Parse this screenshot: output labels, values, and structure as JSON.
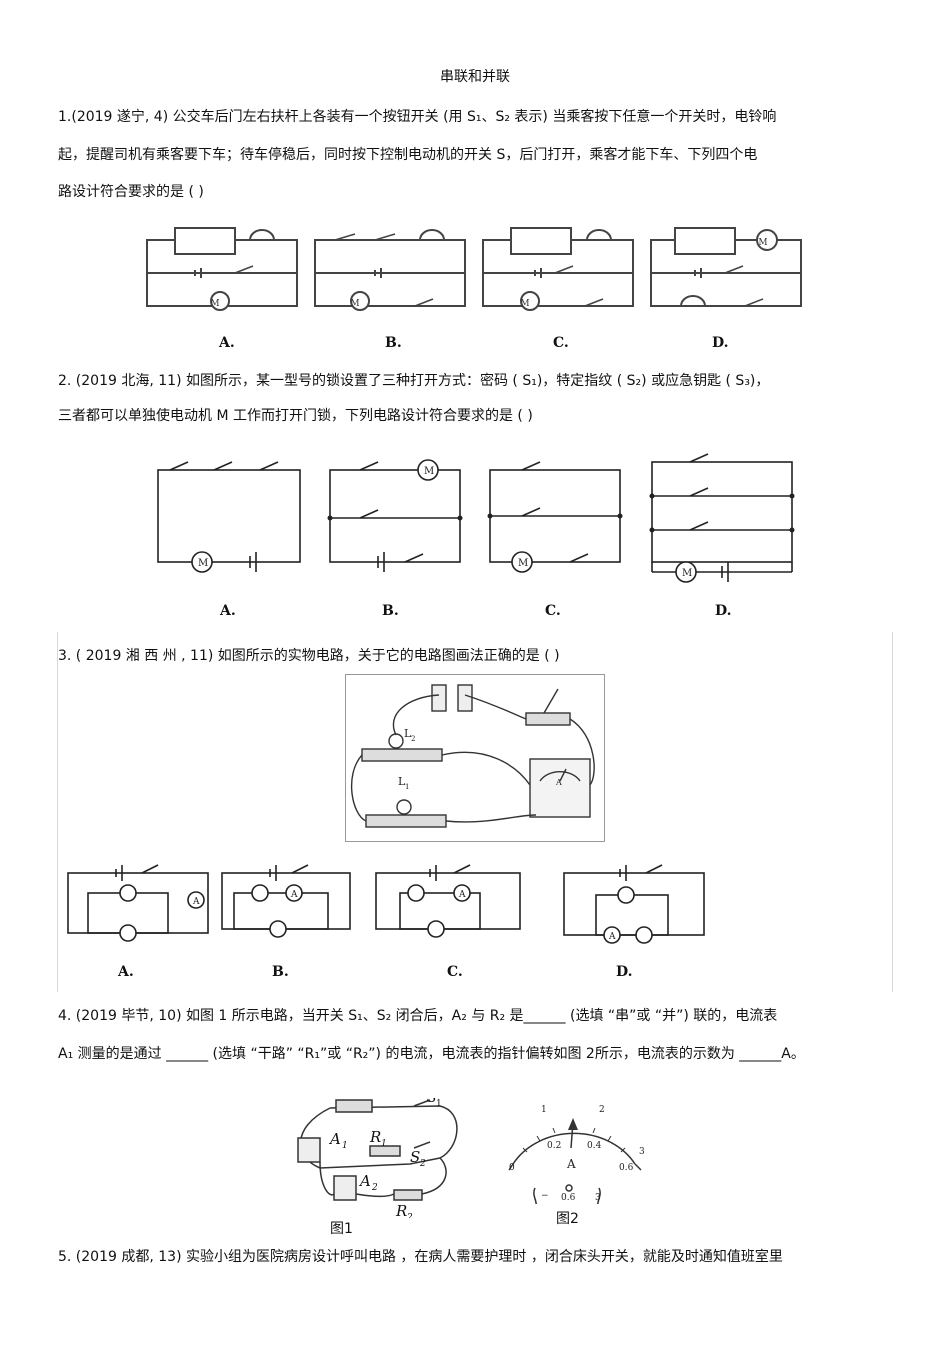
{
  "title": "串联和并联",
  "q1": {
    "line1": "1.(2019 遂宁, 4) 公交车后门左右扶杆上各装有一个按钮开关 (用 S₁、S₂ 表示) 当乘客按下任意一个开关时，电铃响",
    "line2": "起，提醒司机有乘客要下车；待车停稳后，同时按下控制电动机的开关 S，后门打开，乘客才能下车、下列四个电",
    "line3": "路设计符合要求的是 ( )",
    "options": [
      "A.",
      "B.",
      "C.",
      "D."
    ]
  },
  "q2": {
    "line1": "2. (2019 北海, 11) 如图所示，某一型号的锁设置了三种打开方式：密码 ( S₁)，特定指纹 ( S₂) 或应急钥匙 ( S₃)，",
    "line2": "三者都可以单独使电动机 M 工作而打开门锁，下列电路设计符合要求的是 ( )",
    "options": [
      "A.",
      "B.",
      "C.",
      "D."
    ]
  },
  "q3": {
    "line1": "3. ( 2019 湘 西 州 , 11) 如图所示的实物电路，关于它的电路图画法正确的是 ( )",
    "options": [
      "A.",
      "B.",
      "C.",
      "D."
    ]
  },
  "q4": {
    "line1": "4. (2019 毕节, 10) 如图 1 所示电路，当开关 S₁、S₂ 闭合后，A₂ 与 R₂ 是______ (选填 “串”或 “并”) 联的，电流表",
    "line2": "A₁ 测量的是通过 ______ (选填 “干路” “R₁”或 “R₂”) 的电流，电流表的指针偏转如图 2所示，电流表的示数为 ______A。",
    "fig1": "图1",
    "fig2": "图2"
  },
  "q5": {
    "line1": "5. (2019 成都, 13) 实验小组为医院病房设计呼叫电路 ，在病人需要护理时 ，闭合床头开关，就能及时通知值班室里"
  }
}
